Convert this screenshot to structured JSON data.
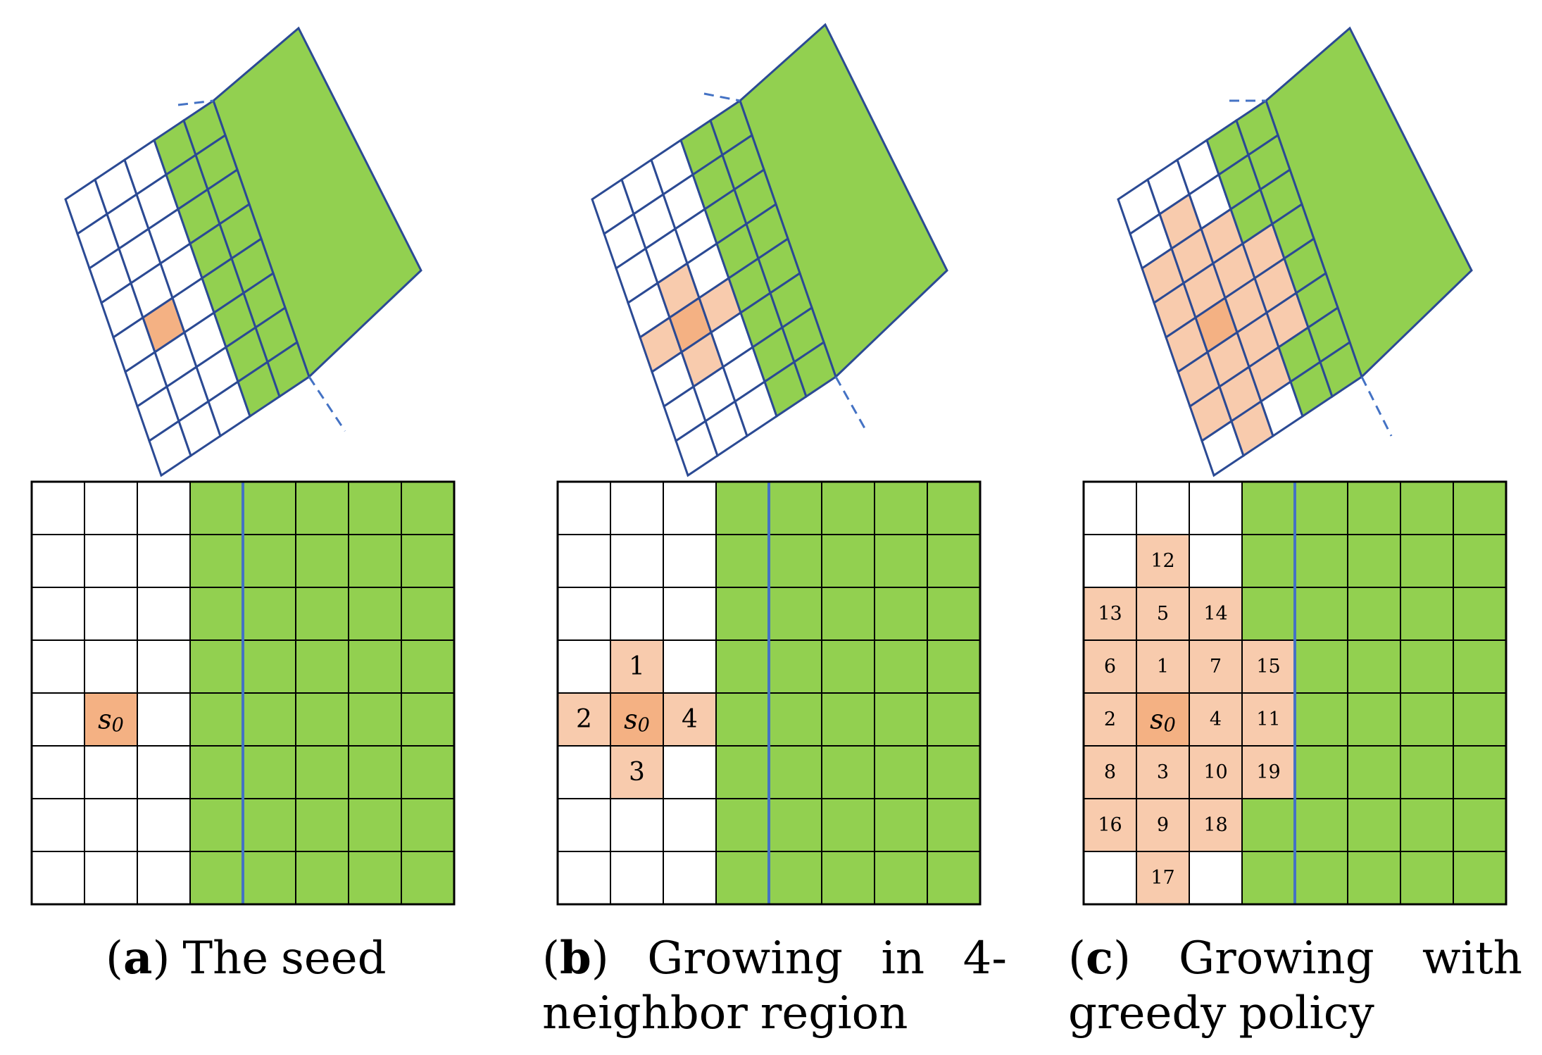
{
  "colors": {
    "grid_line": "#2b4a94",
    "table_line": "#000000",
    "green": "#92d050",
    "orange_light": "#f8cbad",
    "orange_seed": "#f4b183",
    "separator": "#4472c4",
    "white": "#ffffff"
  },
  "panels": [
    {
      "id": "a",
      "caption": {
        "letter": "a",
        "lines": [
          [
            "The",
            "seed"
          ]
        ]
      },
      "grid": {
        "rows": 8,
        "cols": 8,
        "green_start_col": 3,
        "cells": [
          {
            "r": 4,
            "c": 1,
            "label": "s0",
            "seed": true
          }
        ]
      }
    },
    {
      "id": "b",
      "caption": {
        "letter": "b",
        "lines": [
          [
            "Growing",
            "in",
            "4-"
          ],
          [
            "neighbor",
            "region"
          ]
        ]
      },
      "grid": {
        "rows": 8,
        "cols": 8,
        "green_start_col": 3,
        "cells": [
          {
            "r": 3,
            "c": 1,
            "label": "1"
          },
          {
            "r": 4,
            "c": 0,
            "label": "2"
          },
          {
            "r": 4,
            "c": 1,
            "label": "s0",
            "seed": true
          },
          {
            "r": 4,
            "c": 2,
            "label": "4"
          },
          {
            "r": 5,
            "c": 1,
            "label": "3"
          }
        ]
      }
    },
    {
      "id": "c",
      "caption": {
        "letter": "c",
        "lines": [
          [
            "Growing",
            "with"
          ],
          [
            "greedy",
            "policy"
          ]
        ]
      },
      "grid": {
        "rows": 8,
        "cols": 8,
        "green_start_col": 3,
        "cells": [
          {
            "r": 1,
            "c": 1,
            "label": "12"
          },
          {
            "r": 2,
            "c": 0,
            "label": "13"
          },
          {
            "r": 2,
            "c": 1,
            "label": "5"
          },
          {
            "r": 2,
            "c": 2,
            "label": "14"
          },
          {
            "r": 3,
            "c": 0,
            "label": "6"
          },
          {
            "r": 3,
            "c": 1,
            "label": "1"
          },
          {
            "r": 3,
            "c": 2,
            "label": "7"
          },
          {
            "r": 3,
            "c": 3,
            "label": "15"
          },
          {
            "r": 4,
            "c": 0,
            "label": "2"
          },
          {
            "r": 4,
            "c": 1,
            "label": "s0",
            "seed": true
          },
          {
            "r": 4,
            "c": 2,
            "label": "4"
          },
          {
            "r": 4,
            "c": 3,
            "label": "11"
          },
          {
            "r": 5,
            "c": 0,
            "label": "8"
          },
          {
            "r": 5,
            "c": 1,
            "label": "3"
          },
          {
            "r": 5,
            "c": 2,
            "label": "10"
          },
          {
            "r": 5,
            "c": 3,
            "label": "19"
          },
          {
            "r": 6,
            "c": 0,
            "label": "16"
          },
          {
            "r": 6,
            "c": 1,
            "label": "9"
          },
          {
            "r": 6,
            "c": 2,
            "label": "18"
          },
          {
            "r": 7,
            "c": 1,
            "label": "17"
          }
        ]
      }
    }
  ]
}
